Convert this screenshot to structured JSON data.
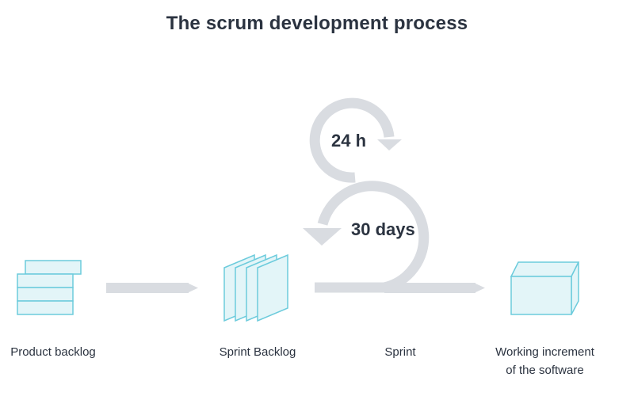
{
  "title": "The scrum development process",
  "loops": {
    "daily_label": "24 h",
    "sprint_label": "30 days"
  },
  "stages": {
    "product_backlog": "Product backlog",
    "sprint_backlog": "Sprint Backlog",
    "sprint": "Sprint",
    "increment_line1": "Working increment",
    "increment_line2": "of the software"
  },
  "colors": {
    "arrow_gray": "#d9dce1",
    "icon_stroke": "#6ccbdc",
    "icon_fill": "#e3f5f8",
    "text_dark": "#2b3340"
  }
}
